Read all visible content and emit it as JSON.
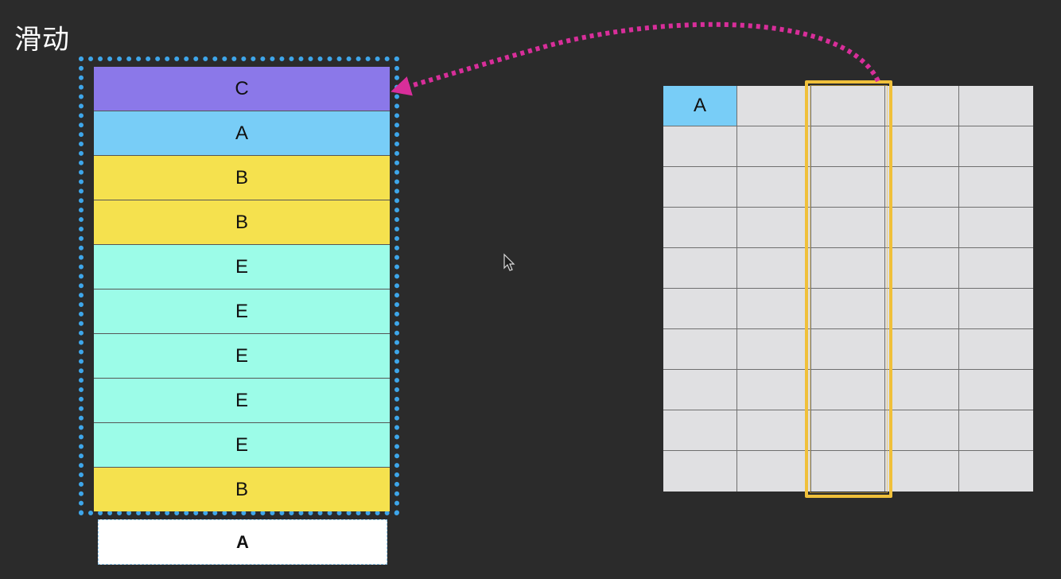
{
  "title": "滑动",
  "colors": {
    "background": "#2b2b2b",
    "frame_dotted": "#3ea6ea",
    "arrow": "#d82e9a",
    "column_highlight": "#f0c03a",
    "C": "#8b78e9",
    "A": "#78cdf7",
    "B": "#f5e14e",
    "E": "#9cfce8",
    "grid_cell": "#e0e0e2",
    "next": "#ffffff"
  },
  "stack": [
    "C",
    "A",
    "B",
    "B",
    "E",
    "E",
    "E",
    "E",
    "E",
    "B"
  ],
  "next_item": "A",
  "grid": {
    "rows": 10,
    "cols": 5,
    "filled": [
      {
        "row": 0,
        "col": 0,
        "label": "A",
        "color": "#78cdf7"
      }
    ],
    "highlight_col": 2
  },
  "arrow": {
    "from": "grid-column-2-top",
    "to": "stack-top-item",
    "style": "dotted"
  },
  "cursor": {
    "icon": "mouse-pointer-icon"
  }
}
